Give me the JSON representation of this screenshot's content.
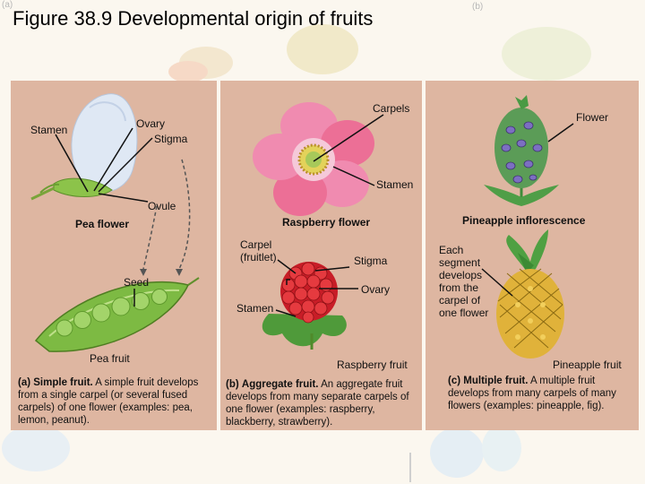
{
  "figure": {
    "title": "Figure 38.9 Developmental origin of fruits"
  },
  "background": {
    "label_a": "(a)",
    "label_b": "(b)"
  },
  "panel_a": {
    "labels": {
      "stamen": "Stamen",
      "ovary": "Ovary",
      "stigma": "Stigma",
      "ovule": "Ovule",
      "flower": "Pea flower",
      "seed": "Seed",
      "fruit": "Pea fruit"
    },
    "caption": {
      "tag": "(a)",
      "head": "Simple fruit.",
      "body": "A simple fruit develops from a single carpel (or several fused carpels) of one flower (examples: pea, lemon, peanut)."
    }
  },
  "panel_b": {
    "labels": {
      "carpels": "Carpels",
      "stamen_top": "Stamen",
      "flower": "Raspberry flower",
      "carpel_fruitlet": "Carpel (fruitlet)",
      "stigma": "Stigma",
      "ovary": "Ovary",
      "stamen_bottom": "Stamen",
      "fruit": "Raspberry fruit"
    },
    "caption": {
      "tag": "(b)",
      "head": "Aggregate fruit.",
      "body": "An aggregate fruit develops from many separate carpels of one flower (examples: raspberry, blackberry, strawberry)."
    }
  },
  "panel_c": {
    "labels": {
      "flower": "Flower",
      "inflorescence": "Pineapple inflorescence",
      "segment_note": "Each segment develops from the carpel of one flower",
      "fruit": "Pineapple fruit"
    },
    "caption": {
      "tag": "(c)",
      "head": "Multiple fruit.",
      "body": "A multiple fruit develops from many carpels of many flowers (examples: pineapple, fig)."
    }
  },
  "colors": {
    "panel": "#deb6a1",
    "page": "#fbf7ef",
    "pea_green": "#7dba43",
    "raspberry_red": "#d8202a",
    "flower_pink": "#ec6f96",
    "pineapple_yellow": "#e0b23a"
  }
}
